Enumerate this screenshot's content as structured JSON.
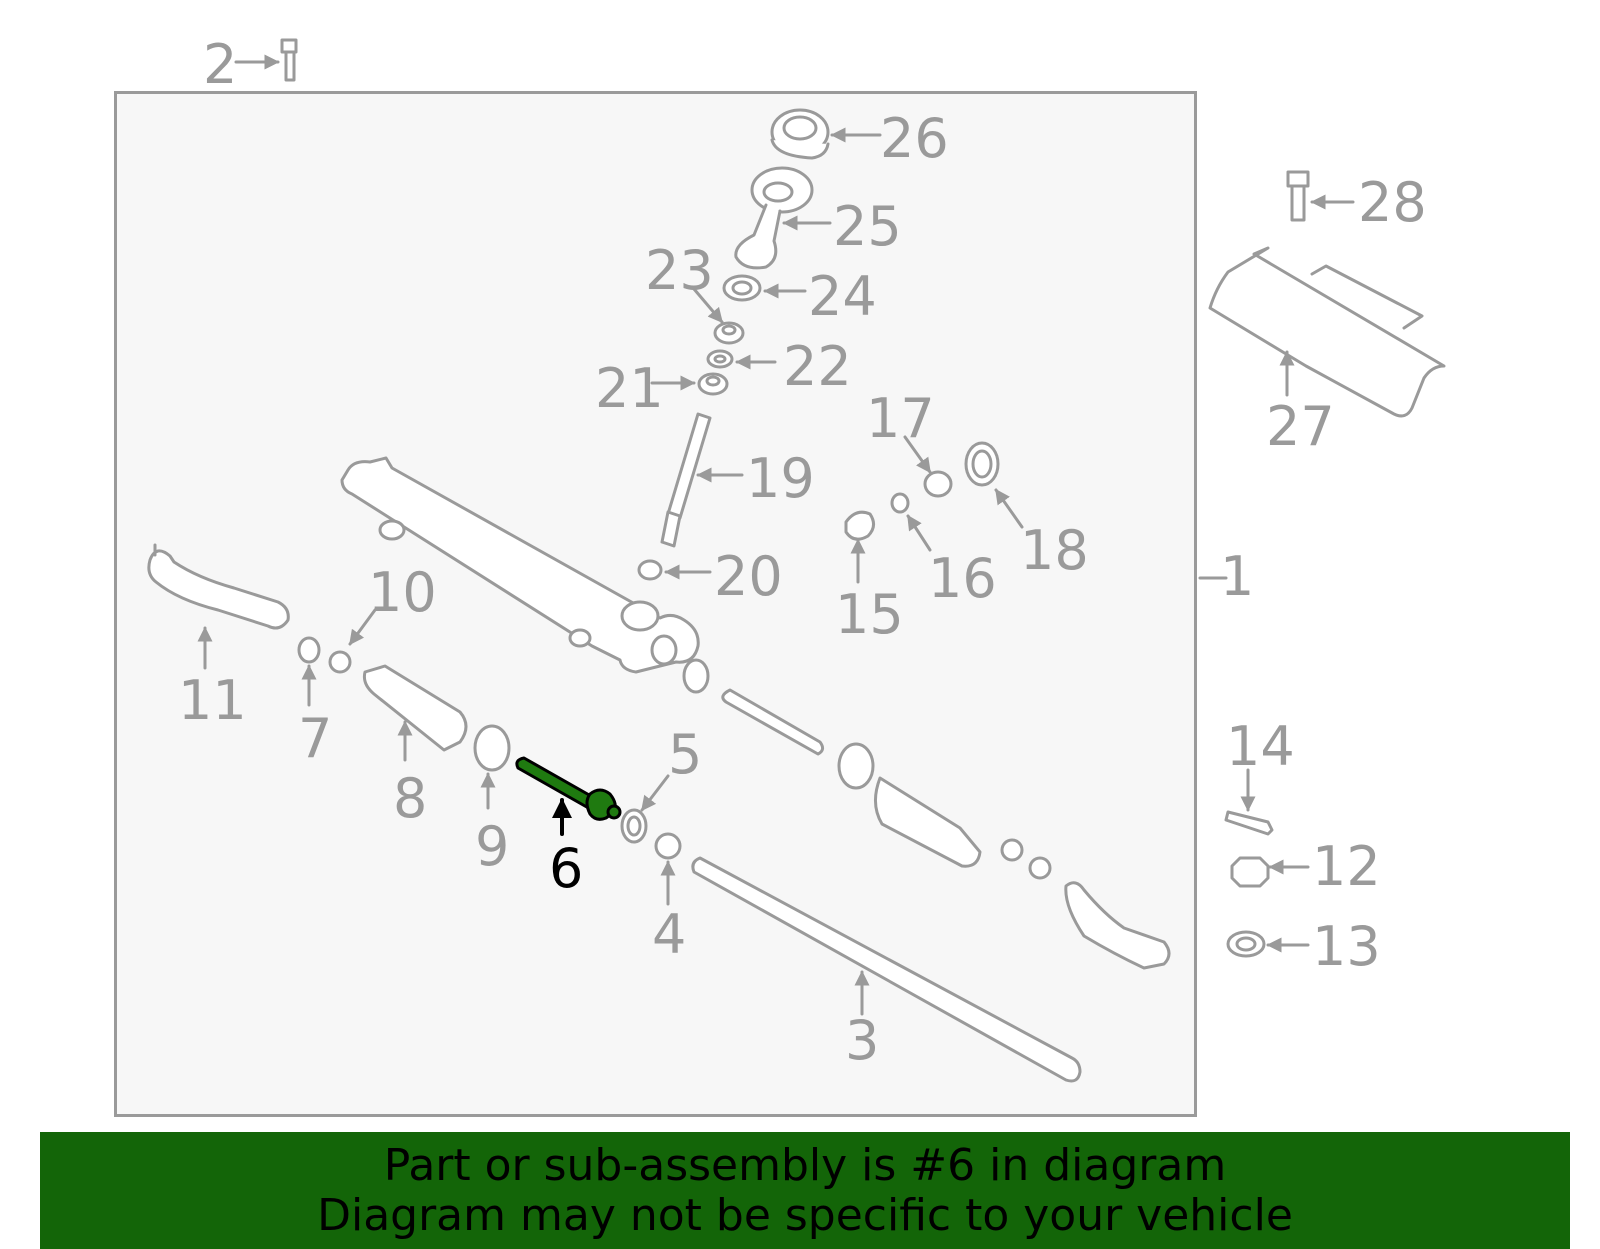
{
  "diagram": {
    "title": "Steering gear assembly exploded view",
    "highlighted_part": "6",
    "colors": {
      "line": "#9a9a9a",
      "frame_bg": "#f7f7f7",
      "highlight_fill": "#1f7a10",
      "highlight_stroke": "#000000",
      "banner_bg": "#136508"
    },
    "callouts": [
      {
        "id": "1",
        "label": "1"
      },
      {
        "id": "2",
        "label": "2"
      },
      {
        "id": "3",
        "label": "3"
      },
      {
        "id": "4",
        "label": "4"
      },
      {
        "id": "5",
        "label": "5"
      },
      {
        "id": "6",
        "label": "6"
      },
      {
        "id": "7",
        "label": "7"
      },
      {
        "id": "8",
        "label": "8"
      },
      {
        "id": "9",
        "label": "9"
      },
      {
        "id": "10",
        "label": "10"
      },
      {
        "id": "11",
        "label": "11"
      },
      {
        "id": "12",
        "label": "12"
      },
      {
        "id": "13",
        "label": "13"
      },
      {
        "id": "14",
        "label": "14"
      },
      {
        "id": "15",
        "label": "15"
      },
      {
        "id": "16",
        "label": "16"
      },
      {
        "id": "17",
        "label": "17"
      },
      {
        "id": "18",
        "label": "18"
      },
      {
        "id": "19",
        "label": "19"
      },
      {
        "id": "20",
        "label": "20"
      },
      {
        "id": "21",
        "label": "21"
      },
      {
        "id": "22",
        "label": "22"
      },
      {
        "id": "23",
        "label": "23"
      },
      {
        "id": "24",
        "label": "24"
      },
      {
        "id": "25",
        "label": "25"
      },
      {
        "id": "26",
        "label": "26"
      },
      {
        "id": "27",
        "label": "27"
      },
      {
        "id": "28",
        "label": "28"
      }
    ]
  },
  "banner": {
    "line1": "Part or sub-assembly is #6 in diagram",
    "line2": "Diagram may not be specific to your vehicle"
  }
}
